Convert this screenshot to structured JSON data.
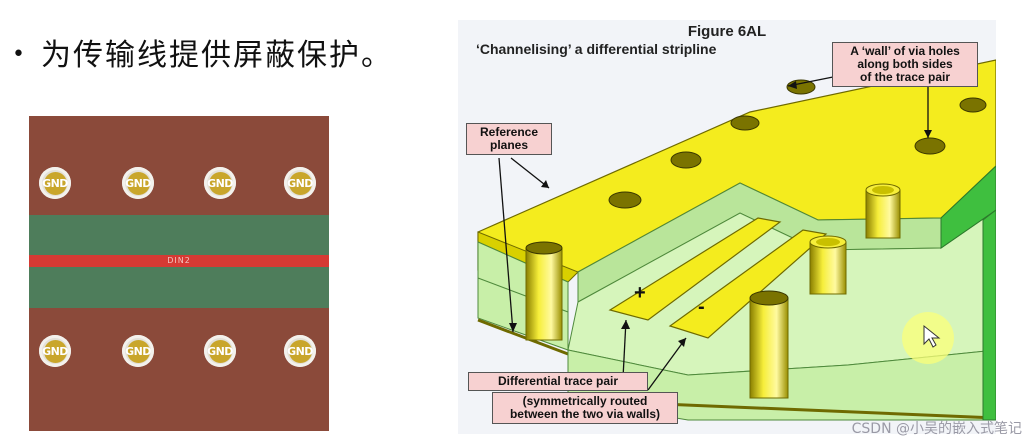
{
  "bullet": {
    "marker": "•",
    "text": "为传输线提供屏蔽保护。"
  },
  "pcb": {
    "net_label": "DIN2",
    "via_label": "GND",
    "top_row_vias": [
      "GND",
      "GND",
      "GND",
      "GND"
    ],
    "bottom_row_vias": [
      "GND",
      "GND",
      "GND",
      "GND"
    ],
    "colors": {
      "board": "#8b4a3a",
      "shield_band": "#4e7d5b",
      "trace": "#d63a34",
      "via_pad": "#c9a62b"
    }
  },
  "figure": {
    "title": "Figure 6AL",
    "subtitle": "‘Channelising’ a differential stripline",
    "callouts": {
      "via_wall": [
        "A ‘wall’ of via holes",
        "along both sides",
        "of the trace pair"
      ],
      "reference_planes": [
        "Reference",
        "planes"
      ],
      "trace_pair": "Differential trace pair",
      "routing_note": [
        "(symmetrically routed",
        "between the two via walls)"
      ]
    },
    "trace_signs": {
      "plus": "+",
      "minus": "-"
    },
    "colors": {
      "copper": "#f4ec1e",
      "dielectric": "#c8efa8",
      "edge_green": "#3fbf3f",
      "callout_fill": "#f7d1d1"
    }
  },
  "watermark": "CSDN @小吴的嵌入式笔记"
}
